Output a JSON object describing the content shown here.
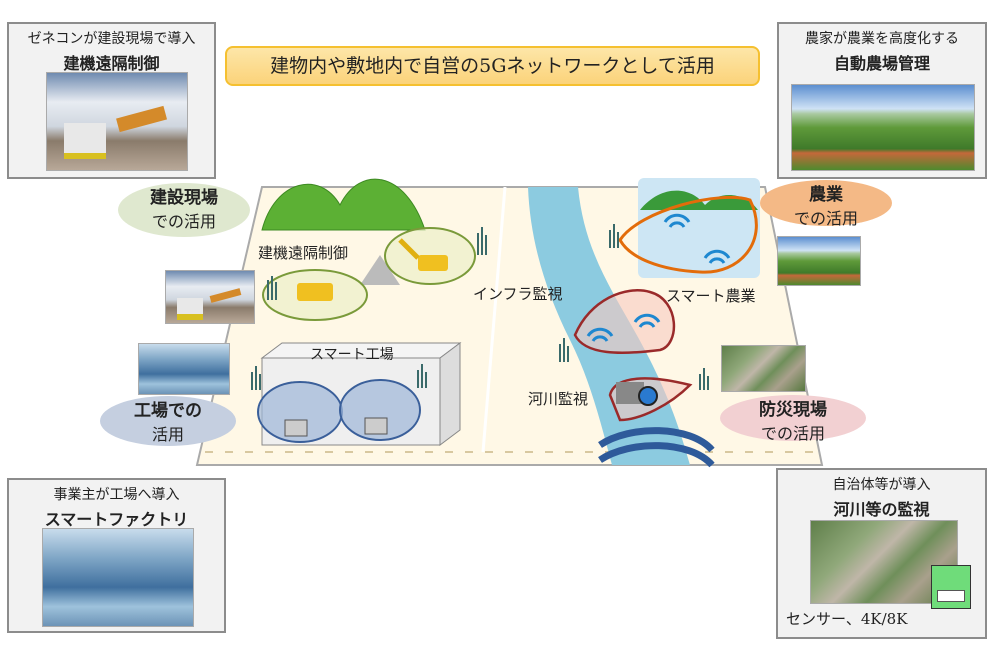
{
  "title_banner": "建物内や敷地内で自営の5Gネットワークとして活用",
  "cases": {
    "construction": {
      "sub": "ゼネコンが建設現場で導入",
      "main": "建機遠隔制御"
    },
    "agriculture": {
      "sub": "農家が農業を高度化する",
      "main": "自動農場管理"
    },
    "factory": {
      "sub": "事業主が工場へ導入",
      "main": "スマートファクトリ"
    },
    "river": {
      "sub": "自治体等が導入",
      "main": "河川等の監視",
      "sensor_caption": "センサー、4K/8K"
    }
  },
  "usage_bubbles": {
    "construction": {
      "bold": "建設現場",
      "normal": "での活用"
    },
    "agriculture": {
      "bold": "農業",
      "normal": "での活用"
    },
    "factory": {
      "bold": "工場での",
      "normal": "活用"
    },
    "disaster": {
      "bold": "防災現場",
      "normal": "での活用"
    }
  },
  "map_labels": {
    "remote_machinery": "建機遠隔制御",
    "infra_monitoring": "インフラ監視",
    "smart_agriculture": "スマート農業",
    "smart_factory": "スマート工場",
    "river_monitoring": "河川監視"
  },
  "colors": {
    "banner": "#fcd98a",
    "construction": "#dfe8cf",
    "agriculture": "#f4b986",
    "factory": "#c5cfe0",
    "disaster": "#f2d0d2",
    "river": "#8ccbe0"
  }
}
